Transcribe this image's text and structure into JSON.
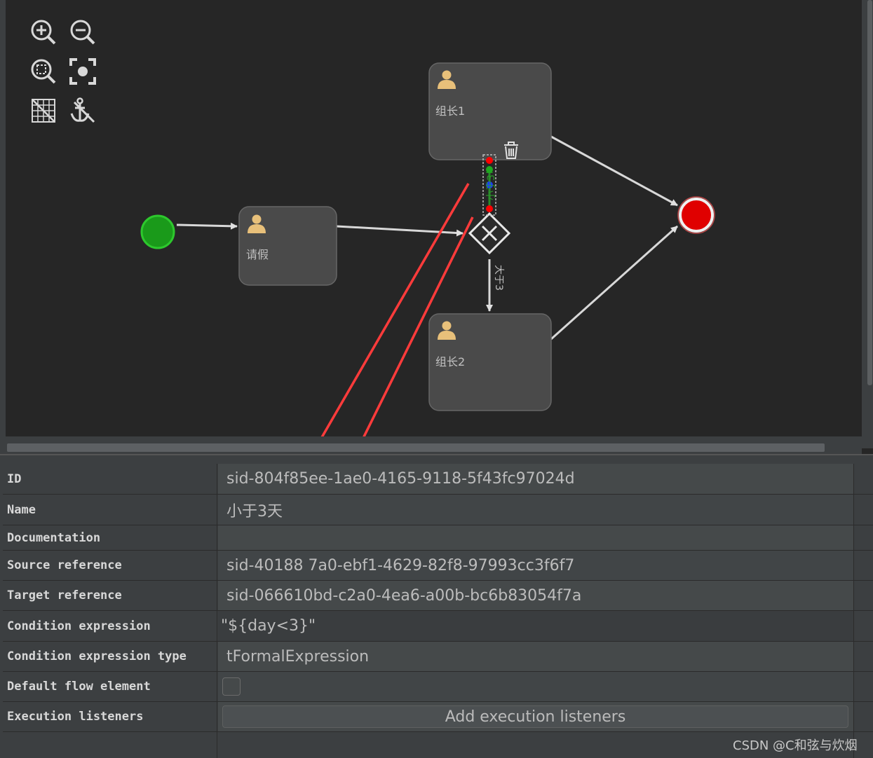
{
  "toolbar": {
    "icons": [
      "zoom-in-icon",
      "zoom-out-icon",
      "zoom-actual-icon",
      "zoom-fit-icon",
      "grid-icon",
      "anchor-icon"
    ]
  },
  "diagram": {
    "nodes": {
      "task_leave": "请假",
      "task_leader1": "组长1",
      "task_leader2": "组长2"
    },
    "edges": {
      "less_than_3": "小于3",
      "greater_than_3": "大于3"
    },
    "colors": {
      "start_event": "#1a9a1a",
      "end_event": "#e00000",
      "task_fill": "#4a4a4a",
      "user_icon": "#e8c07a",
      "selected_edge": "#2a8a2a",
      "annotation_arrow": "#ff3b3b"
    }
  },
  "properties": {
    "rows": [
      {
        "key": "ID",
        "value": "sid-804f85ee-1ae0-4165-9118-5f43fc97024d"
      },
      {
        "key": "Name",
        "value": "小于3天"
      },
      {
        "key": "Documentation",
        "value": ""
      },
      {
        "key": "Source reference",
        "value": "sid-40188 7a0-ebf1-4629-82f8-97993cc3f6f7"
      },
      {
        "key": "Target reference",
        "value": "sid-066610bd-c2a0-4ea6-a00b-bc6b83054f7a"
      },
      {
        "key": "Condition expression",
        "value": "\"${day<3}\""
      },
      {
        "key": "Condition expression type",
        "value": "tFormalExpression"
      },
      {
        "key": "Default flow element",
        "value": ""
      },
      {
        "key": "Execution listeners",
        "value": ""
      }
    ],
    "add_listeners_label": "Add execution listeners"
  },
  "watermark": "CSDN @C和弦与炊烟"
}
